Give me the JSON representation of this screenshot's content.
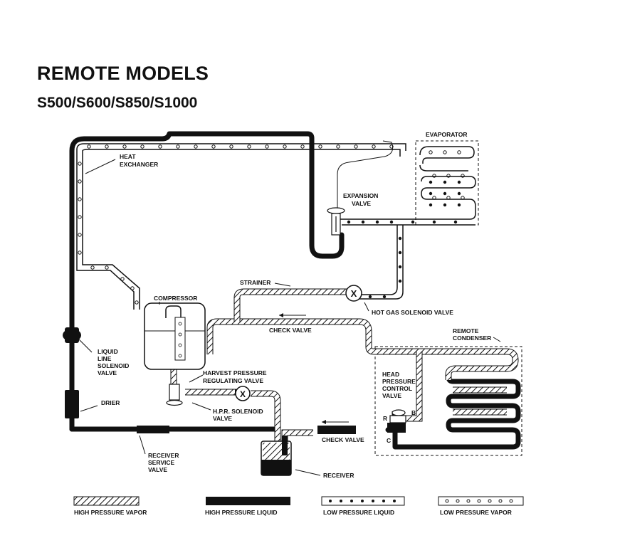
{
  "title": "REMOTE MODELS",
  "subtitle": "S500/S600/S850/S1000",
  "labels": {
    "evaporator": "EVAPORATOR",
    "heat_exchanger_1": "HEAT",
    "heat_exchanger_2": "EXCHANGER",
    "expansion_valve_1": "EXPANSION",
    "expansion_valve_2": "VALVE",
    "strainer": "STRAINER",
    "compressor": "COMPRESSOR",
    "hot_gas_solenoid_valve": "HOT GAS SOLENOID VALVE",
    "check_valve_top": "CHECK VALVE",
    "remote_condenser_1": "REMOTE",
    "remote_condenser_2": "CONDENSER",
    "liquid_line_1": "LIQUID",
    "liquid_line_2": "LINE",
    "liquid_line_3": "SOLENOID",
    "liquid_line_4": "VALVE",
    "harvest_pressure_1": "HARVEST PRESSURE",
    "harvest_pressure_2": "REGULATING VALVE",
    "head_pressure_1": "HEAD",
    "head_pressure_2": "PRESSURE",
    "head_pressure_3": "CONTROL",
    "head_pressure_4": "VALVE",
    "drier": "DRIER",
    "hpr_solenoid_1": "H.P.R. SOLENOID",
    "hpr_solenoid_2": "VALVE",
    "port_r": "R",
    "port_b": "B",
    "port_c": "C",
    "check_valve_bottom": "CHECK VALVE",
    "receiver_service_1": "RECEIVER",
    "receiver_service_2": "SERVICE",
    "receiver_service_3": "VALVE",
    "receiver": "RECEIVER"
  },
  "legend": [
    {
      "label": "HIGH PRESSURE VAPOR",
      "style": "hatched"
    },
    {
      "label": "HIGH PRESSURE LIQUID",
      "style": "solid"
    },
    {
      "label": "LOW PRESSURE LIQUID",
      "style": "filled-dots"
    },
    {
      "label": "LOW PRESSURE VAPOR",
      "style": "open-dots"
    }
  ],
  "colors": {
    "line": "#111111",
    "background": "#ffffff"
  }
}
